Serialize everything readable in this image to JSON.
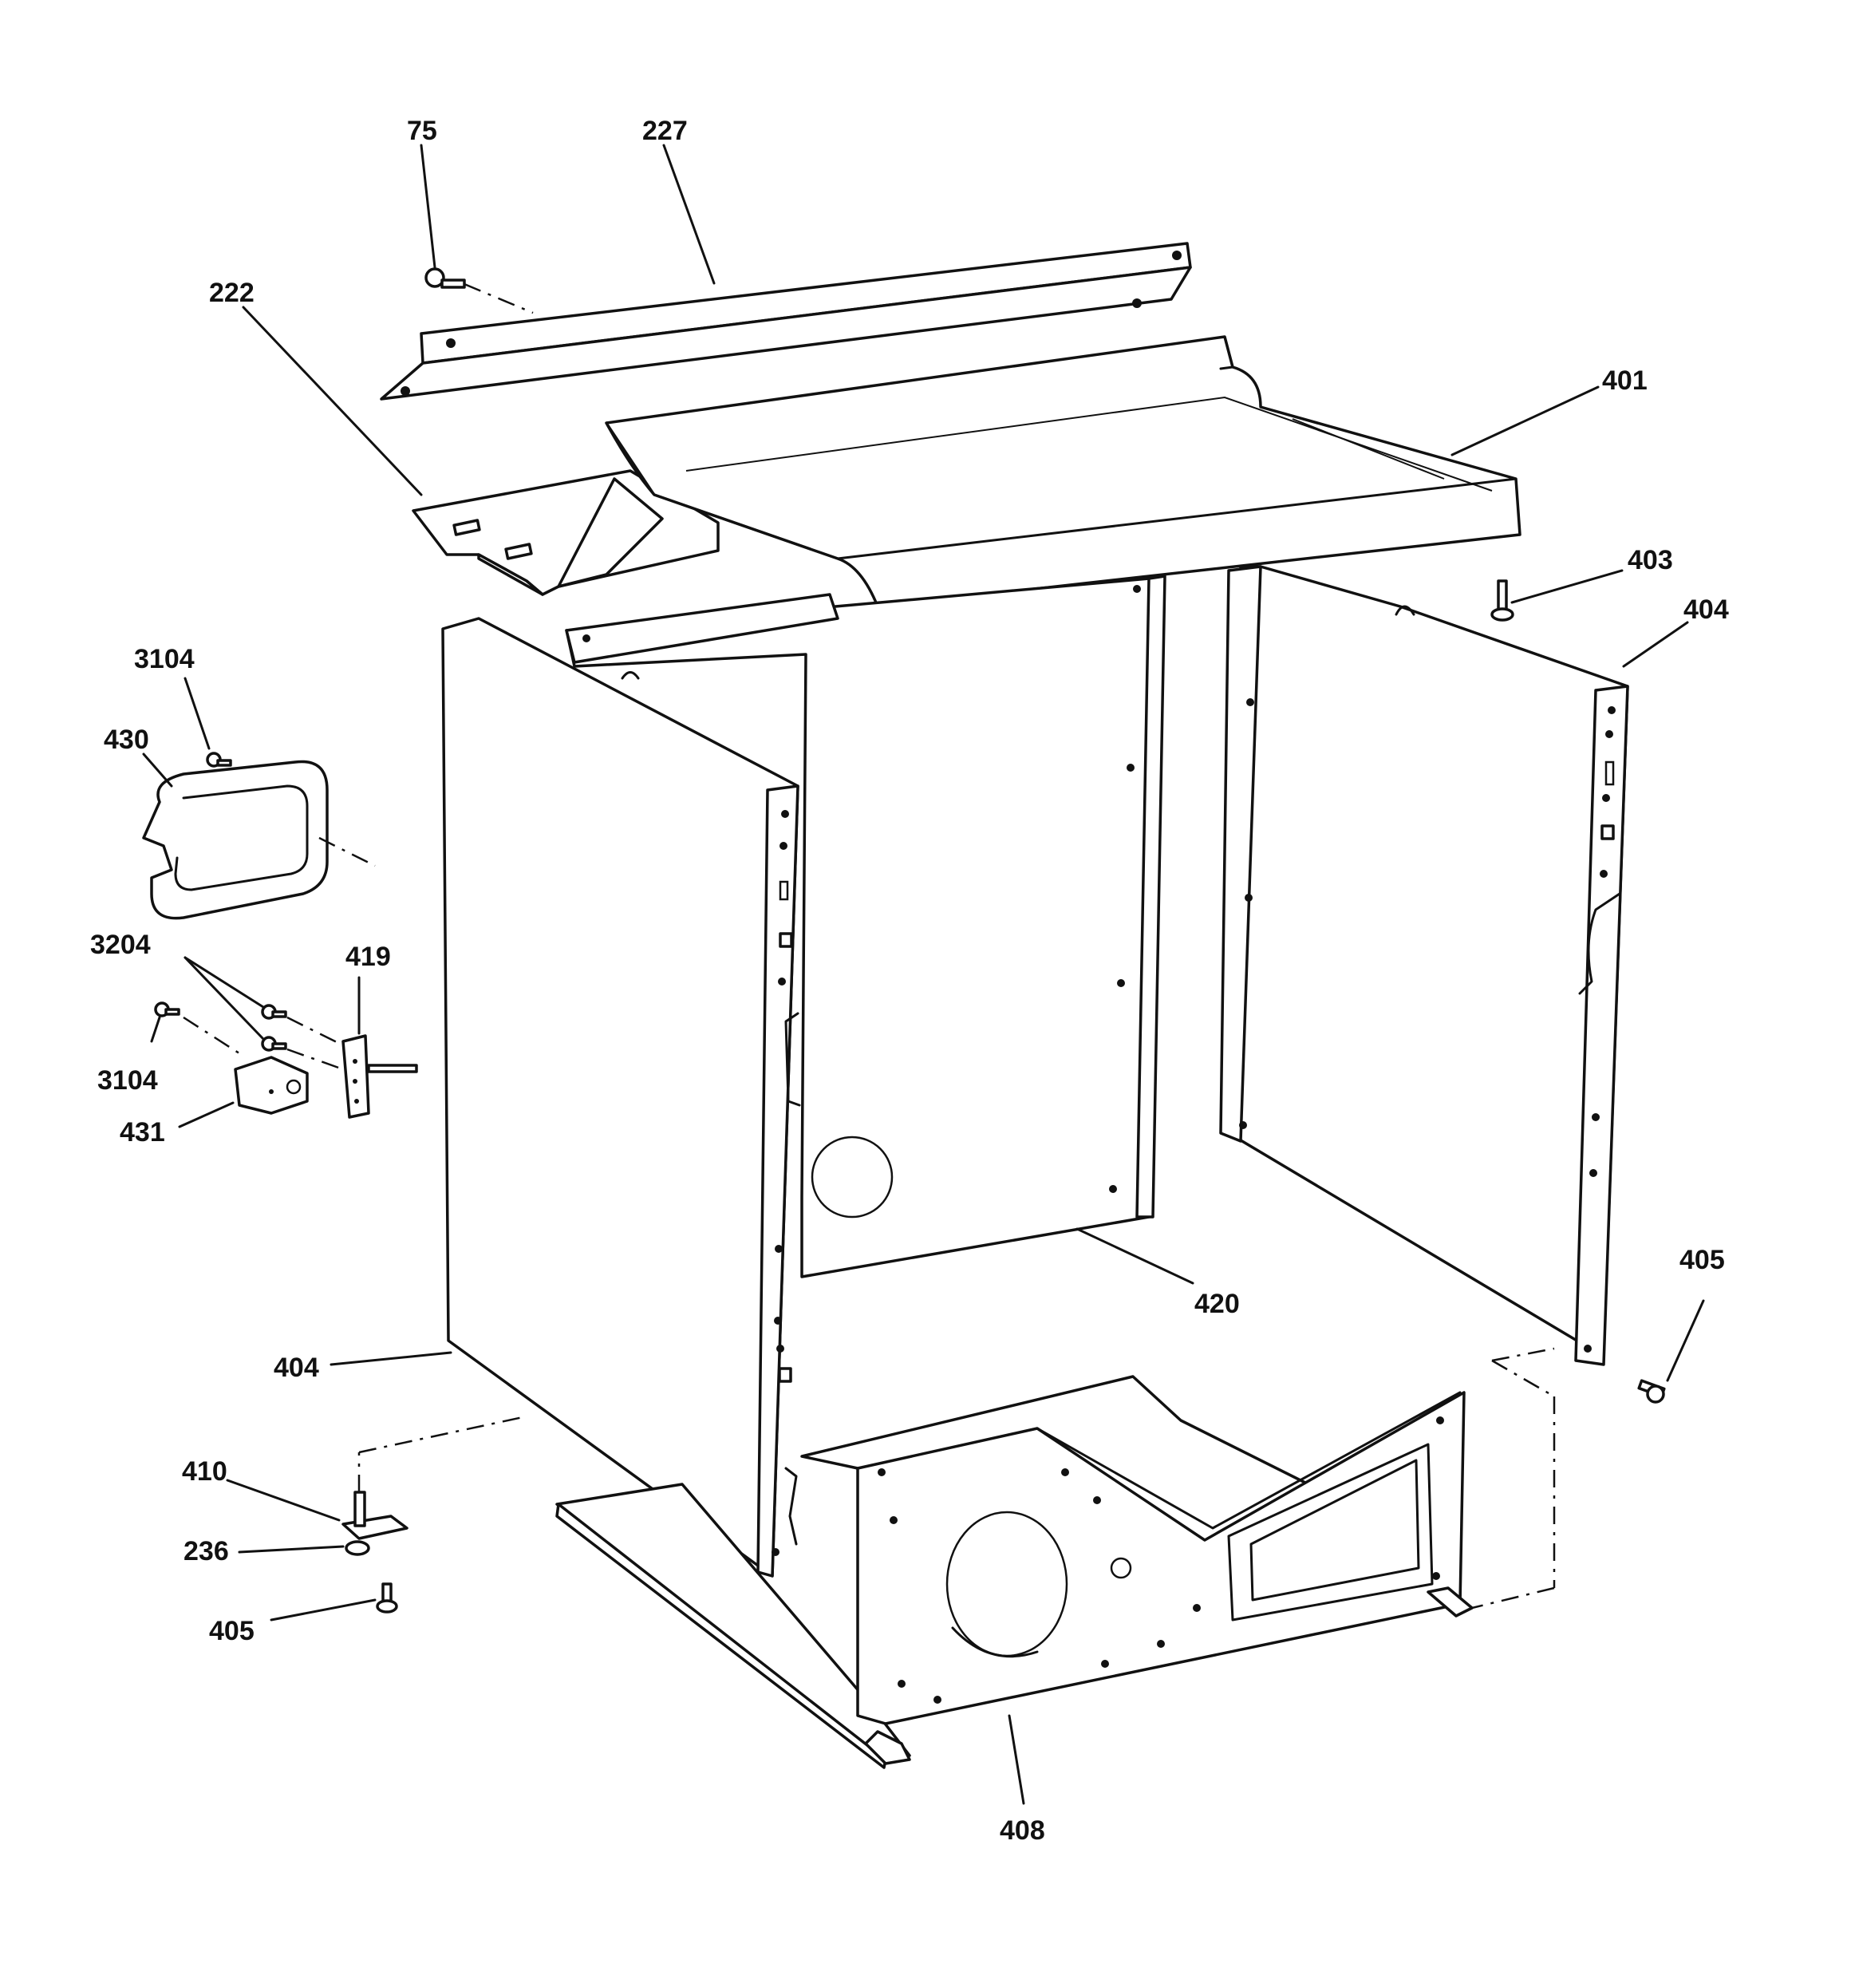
{
  "diagram": {
    "labels": {
      "l75": "75",
      "l227": "227",
      "l222": "222",
      "l401": "401",
      "l403": "403",
      "l404_right": "404",
      "l3104_top": "3104",
      "l430": "430",
      "l3204": "3204",
      "l419": "419",
      "l3104_bottom": "3104",
      "l431": "431",
      "l420": "420",
      "l405_right": "405",
      "l404_left": "404",
      "l410": "410",
      "l236": "236",
      "l405_left": "405",
      "l408": "408"
    }
  }
}
